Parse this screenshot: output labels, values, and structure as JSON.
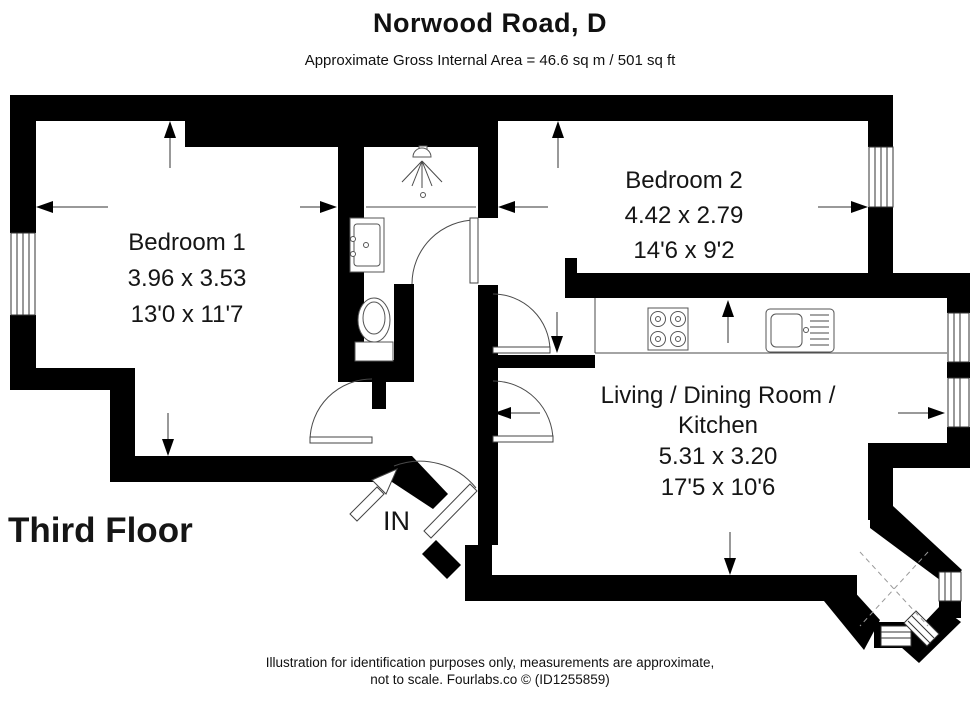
{
  "header": {
    "title": "Norwood Road, D",
    "subtitle": "Approximate Gross Internal Area = 46.6 sq m / 501 sq ft"
  },
  "floor_label": "Third Floor",
  "entrance_label": "IN",
  "rooms": {
    "bedroom1": {
      "name": "Bedroom 1",
      "metric": "3.96 x 3.53",
      "imperial": "13'0 x 11'7"
    },
    "bedroom2": {
      "name": "Bedroom 2",
      "metric": "4.42 x 2.79",
      "imperial": "14'6 x 9'2"
    },
    "living": {
      "name_line1": "Living  / Dining Room /",
      "name_line2": "Kitchen",
      "metric": "5.31 x 3.20",
      "imperial": "17'5 x 10'6"
    }
  },
  "footer": {
    "line1": "Illustration for identification purposes only, measurements are approximate,",
    "line2": "not to scale. Fourlabs.co © (ID1255859)"
  },
  "colors": {
    "wall": "#000000",
    "background": "#ffffff",
    "line": "#444444",
    "dash": "#999999"
  }
}
